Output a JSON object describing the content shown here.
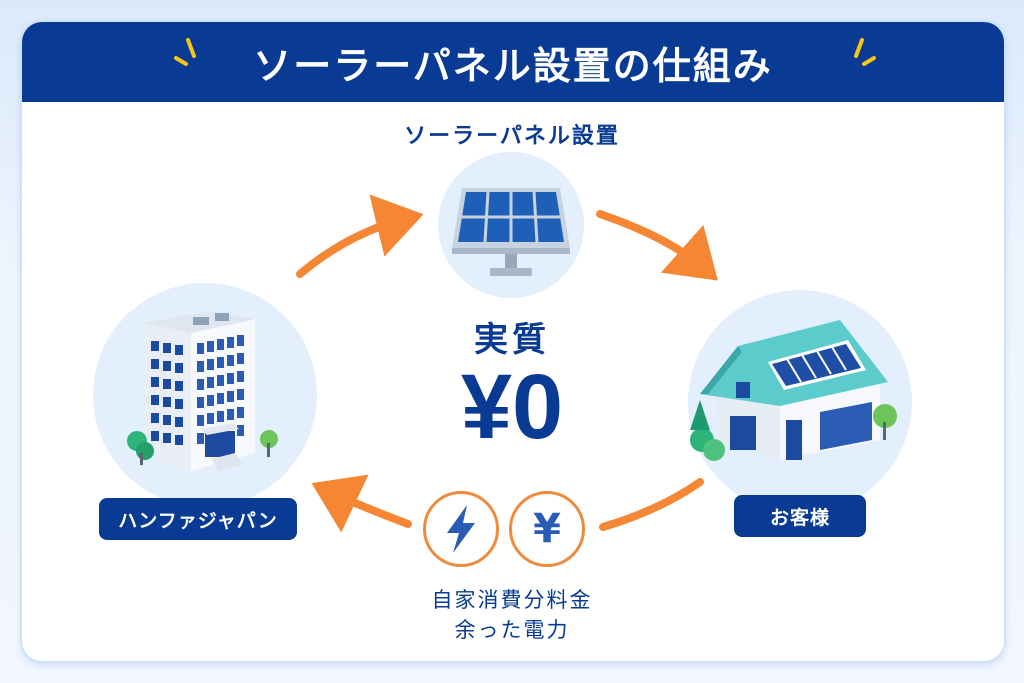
{
  "header": {
    "title": "ソーラーパネル設置の仕組み",
    "background_color": "#0a3b94",
    "accent_color": "#f5c518"
  },
  "nodes": {
    "solar_panel": {
      "label": "ソーラーパネル設置",
      "icon": "solar-panel-icon"
    },
    "company": {
      "label": "ハンファジャパン",
      "icon": "office-building-icon"
    },
    "customer": {
      "label": "お客様",
      "icon": "house-with-solar-roof-icon"
    }
  },
  "center": {
    "subtitle": "実質",
    "price": "¥0"
  },
  "flow": {
    "icons": [
      "lightning-bolt-icon",
      "yen-icon"
    ],
    "lines": [
      "自家消費分料金",
      "余った電力"
    ],
    "yen_glyph": "¥",
    "arrow_color": "#f58634"
  },
  "colors": {
    "primary": "#0a3b94",
    "arrow": "#f58634",
    "circle_bg": "#e3effc",
    "page_bg": "#eaf3fd"
  }
}
